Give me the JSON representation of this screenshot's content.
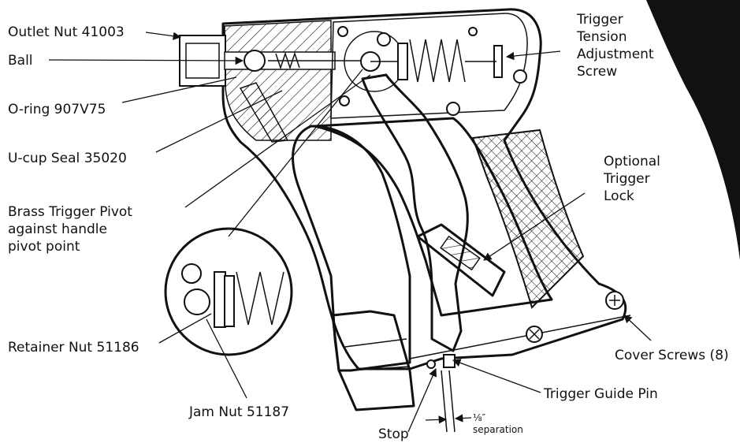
{
  "labels": {
    "outlet_nut": "Outlet Nut 41003",
    "ball": "Ball",
    "o_ring": "O-ring 907V75",
    "u_cup_seal": "U-cup Seal 35020",
    "brass_pivot_1": "Brass Trigger Pivot",
    "brass_pivot_2": "against handle",
    "brass_pivot_3": "pivot point",
    "retainer_nut": "Retainer Nut  51186",
    "jam_nut": "Jam Nut  51187",
    "tension_1": "Trigger",
    "tension_2": "Tension",
    "tension_3": "Adjustment",
    "tension_4": "Screw",
    "lock_1": "Optional",
    "lock_2": "Trigger",
    "lock_3": "Lock",
    "cover_screws": "Cover Screws (8)",
    "guide_pin": "Trigger Guide Pin",
    "stop": "Stop",
    "separation_value": "⅛″",
    "separation": "separation"
  },
  "colors": {
    "ink": "#111111",
    "background": "#ffffff"
  },
  "icons": [
    "cover-screw-icon",
    "leader-arrow-icon"
  ]
}
